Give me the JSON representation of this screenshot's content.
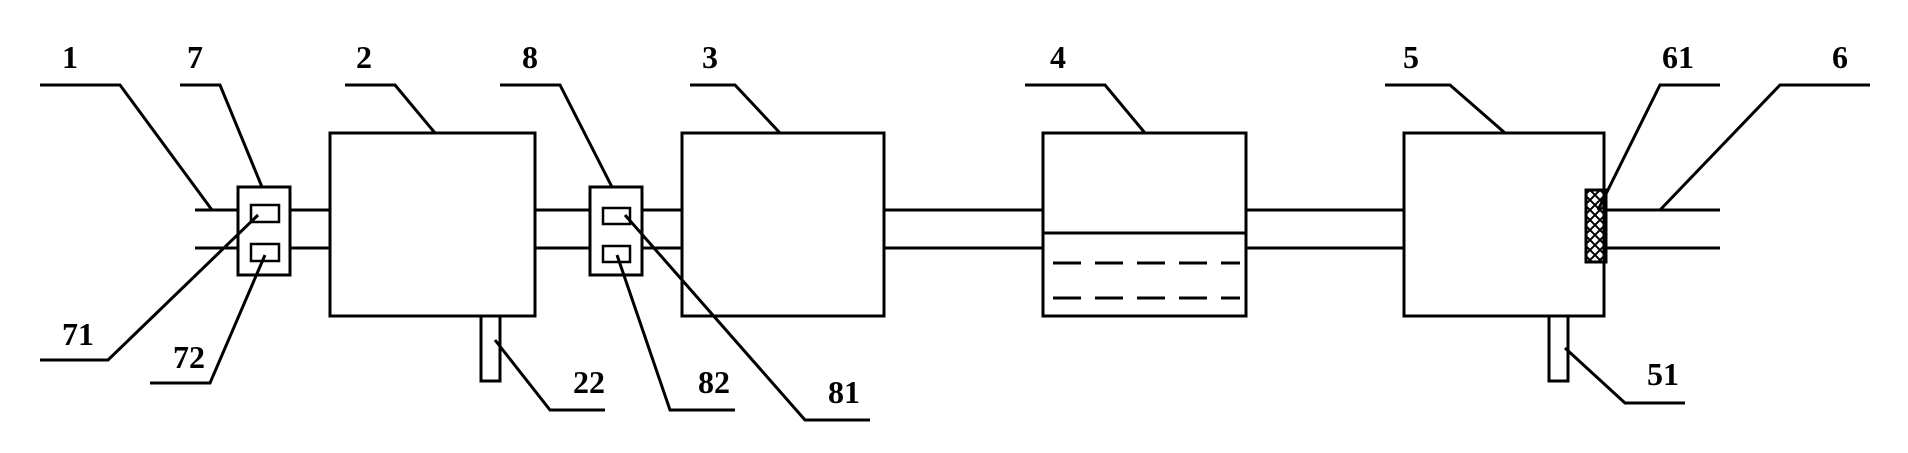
{
  "labels": {
    "l1": "1",
    "l7": "7",
    "l2": "2",
    "l8": "8",
    "l3": "3",
    "l4": "4",
    "l5": "5",
    "l61": "61",
    "l6": "6",
    "l71": "71",
    "l72": "72",
    "l22": "22",
    "l82": "82",
    "l81": "81",
    "l51": "51"
  }
}
